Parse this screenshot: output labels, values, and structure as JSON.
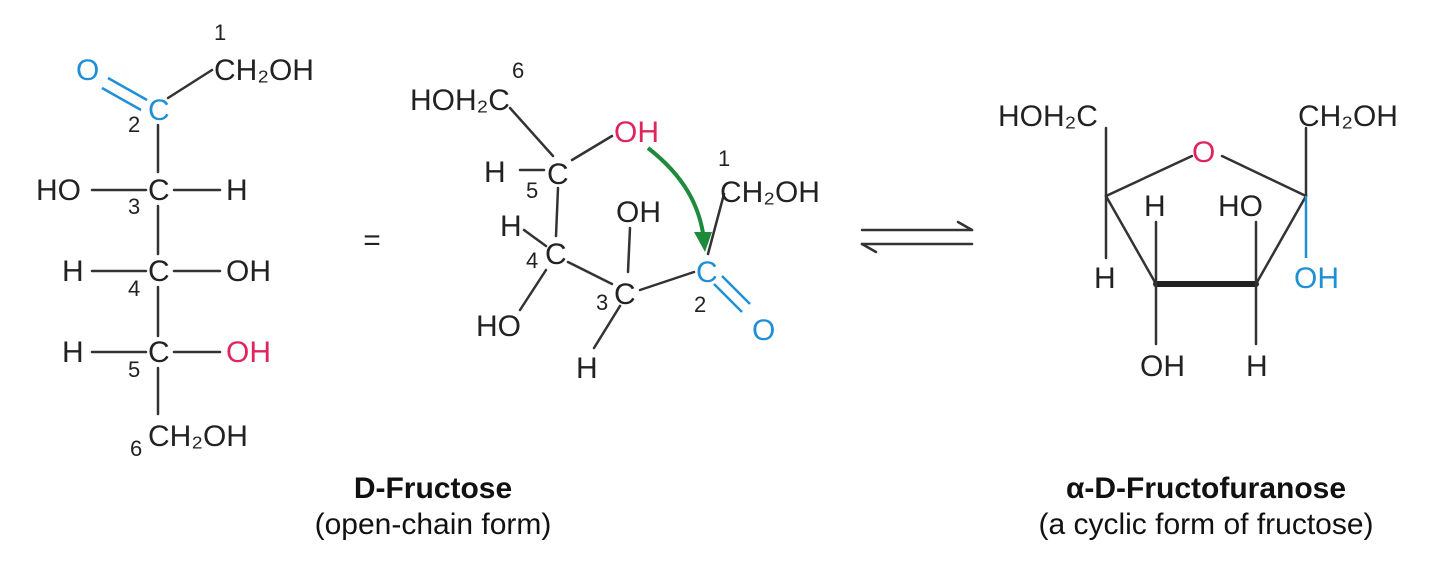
{
  "colors": {
    "carbonyl": "#1f8fd6",
    "hydroxyl": "#e0245e",
    "arrow": "#1e8a3c"
  },
  "left_structure": {
    "labels": {
      "c1_num": "1",
      "c1_group": "CH₂OH",
      "o": "O",
      "c2_num": "2",
      "c2": "C",
      "c3_left": "HO",
      "c3_num": "3",
      "c3": "C",
      "c3_right": "H",
      "c4_left": "H",
      "c4_num": "4",
      "c4": "C",
      "c4_right": "OH",
      "c5_left": "H",
      "c5_num": "5",
      "c5": "C",
      "c5_right": "OH",
      "c6_num": "6",
      "c6_group": "CH₂OH"
    },
    "caption_title": "D-Fructose",
    "caption_sub": "(open-chain form)"
  },
  "equals_sign": "=",
  "middle_structure": {
    "labels": {
      "c6_num": "6",
      "c6_group": "HOH₂C",
      "c5_h": "H",
      "c5_num": "5",
      "c5": "C",
      "oh5": "OH",
      "c4_h": "H",
      "c4_num": "4",
      "c4": "C",
      "c4_ho": "HO",
      "c3_num": "3",
      "c3": "C",
      "c3_oh": "OH",
      "c3_h": "H",
      "c1_num": "1",
      "c1_group": "CH₂OH",
      "c2": "C",
      "c2_num": "2",
      "o": "O"
    }
  },
  "right_structure": {
    "labels": {
      "left_group": "HOH₂C",
      "ring_o": "O",
      "right_group": "CH₂OH",
      "h_top": "H",
      "ho_top": "HO",
      "h_left": "H",
      "oh_right": "OH",
      "oh_bottom": "OH",
      "h_bottom": "H"
    },
    "caption_title": "α-D-Fructofuranose",
    "caption_sub": "(a cyclic form of fructose)"
  }
}
